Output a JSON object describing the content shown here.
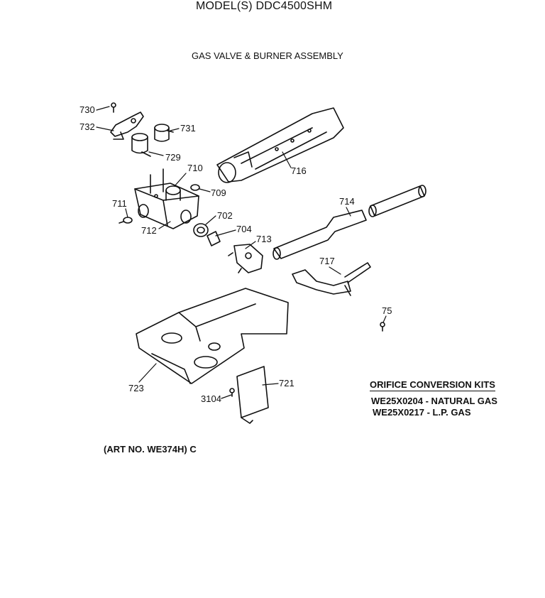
{
  "header": {
    "model": "MODEL(S) DDC4500SHM",
    "section": "GAS VALVE & BURNER ASSEMBLY"
  },
  "callouts": {
    "p730": "730",
    "p732": "732",
    "p731": "731",
    "p729": "729",
    "p710": "710",
    "p716": "716",
    "p709": "709",
    "p711": "711",
    "p702": "702",
    "p712": "712",
    "p704": "704",
    "p713": "713",
    "p714": "714",
    "p717": "717",
    "p75": "75",
    "p723": "723",
    "p721": "721",
    "p3104": "3104"
  },
  "kits": {
    "title": "ORIFICE CONVERSION KITS",
    "items": [
      "WE25X0204 - NATURAL GAS",
      "WE25X0217 - L.P. GAS"
    ]
  },
  "footer": {
    "art_no": "(ART NO. WE374H) C"
  }
}
